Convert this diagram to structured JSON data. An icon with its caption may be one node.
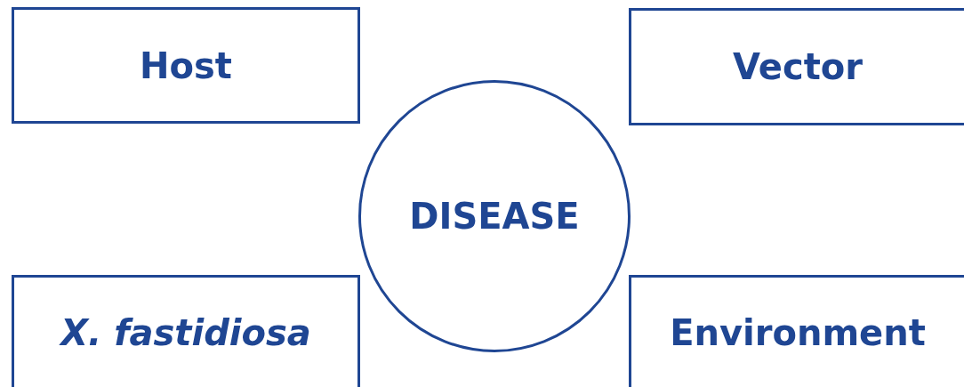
{
  "diagram": {
    "nodes": [
      {
        "text": [
          "Host"
        ]
      },
      {
        "text": [
          "Vector"
        ]
      },
      {
        "text": [
          "DISEASE"
        ]
      },
      {
        "text": [
          "X. fastidiosa"
        ]
      },
      {
        "text": [
          "Environment"
        ]
      }
    ]
  }
}
